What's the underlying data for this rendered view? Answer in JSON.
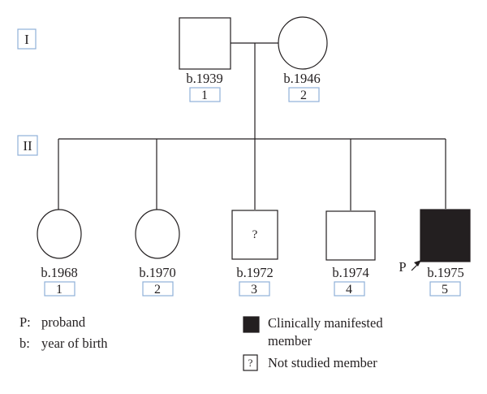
{
  "generations": {
    "g1": "I",
    "g2": "II"
  },
  "father": {
    "birth": "b.1939",
    "number": "1"
  },
  "mother": {
    "birth": "b.1946",
    "number": "2"
  },
  "children": [
    {
      "sex": "female",
      "status": "unaffected",
      "birth": "b.1968",
      "number": "1"
    },
    {
      "sex": "female",
      "status": "unaffected",
      "birth": "b.1970",
      "number": "2"
    },
    {
      "sex": "male",
      "status": "not-studied",
      "birth": "b.1972",
      "number": "3",
      "mark": "?"
    },
    {
      "sex": "male",
      "status": "unaffected",
      "birth": "b.1974",
      "number": "4"
    },
    {
      "sex": "male",
      "status": "affected",
      "birth": "b.1975",
      "number": "5",
      "proband": true
    }
  ],
  "proband_marker": "P",
  "colors": {
    "affected": "#231f20",
    "tag_border": "#8fb0d8",
    "line": "#231f20"
  },
  "legend": {
    "proband": {
      "key": "P:",
      "text": "proband"
    },
    "birth": {
      "key": "b:",
      "text": "year of birth"
    },
    "affected_line1": "Clinically manifested",
    "affected_line2": "member",
    "not_studied": "Not studied member",
    "not_studied_mark": "?"
  }
}
